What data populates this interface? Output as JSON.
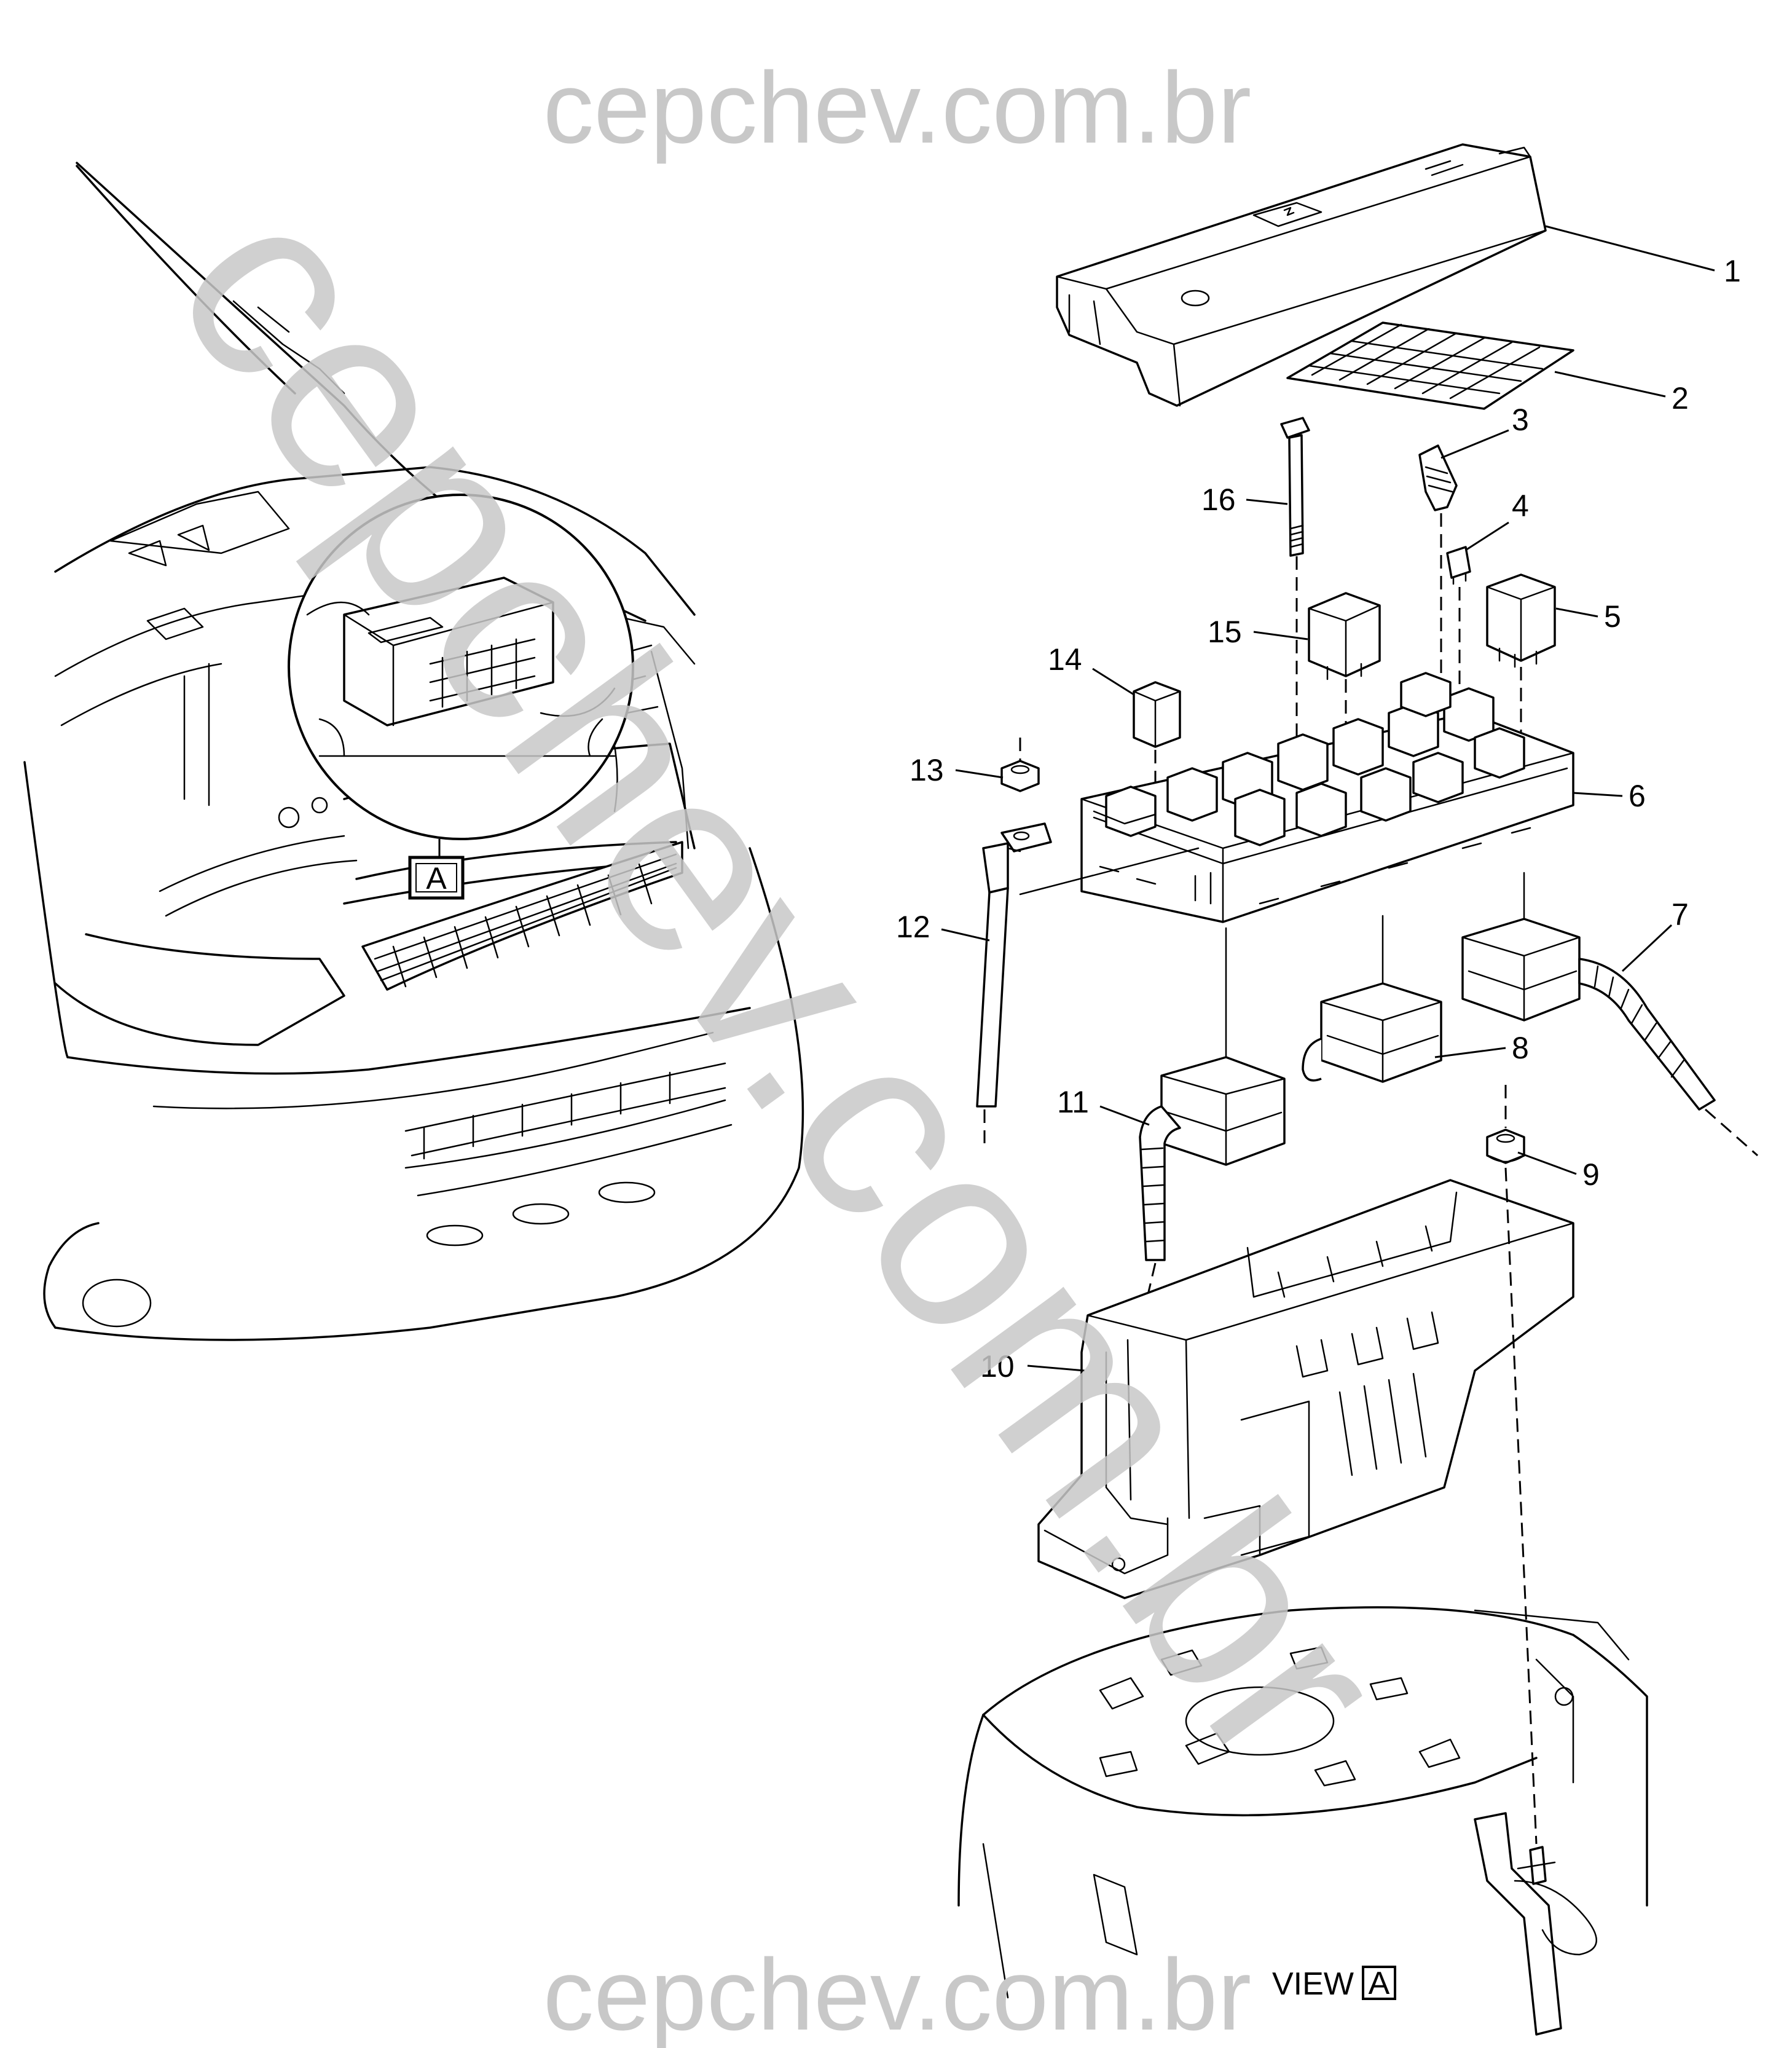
{
  "watermark": {
    "top": "cepchev.com.br",
    "bottom": "cepchev.com.br",
    "diagonal": "cepchev.com.br"
  },
  "callouts": [
    "1",
    "2",
    "3",
    "4",
    "5",
    "6",
    "7",
    "8",
    "9",
    "10",
    "11",
    "12",
    "13",
    "14",
    "15",
    "16"
  ],
  "view_box_letter": "A",
  "view_label_text": "VIEW",
  "view_label_letter": "A"
}
